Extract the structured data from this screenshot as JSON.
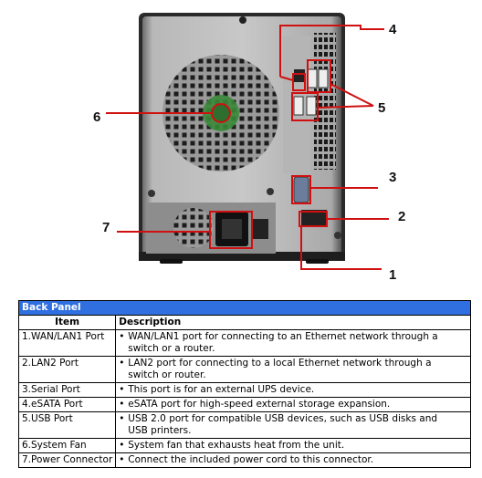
{
  "callouts": [
    "1",
    "2",
    "3",
    "4",
    "5",
    "6",
    "7"
  ],
  "table": {
    "title": "Back Panel",
    "header_item": "Item",
    "header_description": "Description",
    "rows": [
      {
        "item": "1.WAN/LAN1 Port",
        "description": "WAN/LAN1 port for connecting to an Ethernet network through a switch or a router."
      },
      {
        "item": "2.LAN2 Port",
        "description": "LAN2 port for connecting to a local Ethernet network through a switch or router."
      },
      {
        "item": "3.Serial Port",
        "description": "This port is for an external UPS device."
      },
      {
        "item": "4.eSATA Port",
        "description": "eSATA port for high-speed external storage expansion."
      },
      {
        "item": "5.USB Port",
        "description": "USB 2.0 port for compatible USB devices, such as USB disks and USB printers."
      },
      {
        "item": "6.System Fan",
        "description": "System fan that exhausts heat from the unit."
      },
      {
        "item": "7.Power Connector",
        "description": "Connect the included power cord to this connector."
      }
    ]
  }
}
